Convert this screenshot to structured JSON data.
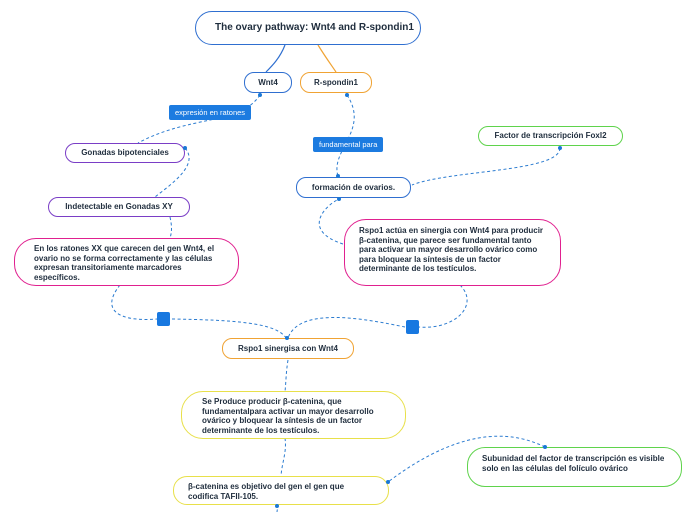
{
  "title": "The ovary pathway: Wnt4 and R-spondin1",
  "nodes": {
    "wnt4": "Wnt4",
    "rspondin1": "R-spondin1",
    "gonadas": "Gonadas bipotenciales",
    "indetectable": "Indetectable en Gonadas XY",
    "ratones": "En los ratones XX que carecen del gen Wnt4, el ovario no se forma correctamente y las células expresan transitoriamente marcadores específicos.",
    "formacion": "formación de ovarios.",
    "foxl2": "Factor de transcripción Foxl2",
    "rspo1_actua": "Rspo1 actúa en sinergia con Wnt4 para producir β-catenina, que parece ser fundamental tanto para activar un mayor desarrollo ovárico como para bloquear la síntesis de un factor determinante de los testículos.",
    "sinergia": "Rspo1 sinergisa con Wnt4",
    "produce": "Se Produce producir β-catenina, que fundamentalpara activar un mayor desarrollo ovárico y bloquear la síntesis de un factor determinante de los testículos.",
    "subunidad": "Subunidad del factor de transcripción es visible solo en las células del folículo ovárico",
    "catenina": "β-catenina es objetivo del gen el gen que codifica TAFII-105."
  },
  "labels": {
    "expresion": "expresión en ratones",
    "fundamental": "fundamental para"
  },
  "colors": {
    "purple": "#7a3ec6",
    "pink": "#e0208f",
    "green": "#5fd34c",
    "orange": "#f0a334",
    "blue": "#2f6fd0",
    "yellow": "#e8e04a",
    "connector": "#2c7cd0",
    "label_bg": "#1c7be0"
  }
}
